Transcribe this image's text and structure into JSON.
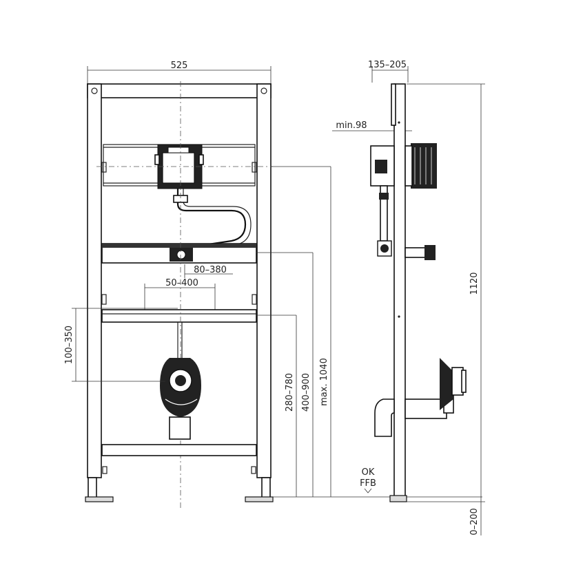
{
  "front_view": {
    "width_label": "525",
    "dim_80_380": "80–380",
    "dim_50_400": "50–400",
    "dim_100_350": "100–350",
    "dim_280_780": "280–780",
    "dim_400_900": "400–900",
    "dim_max_1040": "max. 1040"
  },
  "side_view": {
    "depth_label": "135–205",
    "min_label": "min.98",
    "height_label": "1120",
    "floor_label": "0–200",
    "ok_label": "OK",
    "ffb_label": "FFB"
  }
}
